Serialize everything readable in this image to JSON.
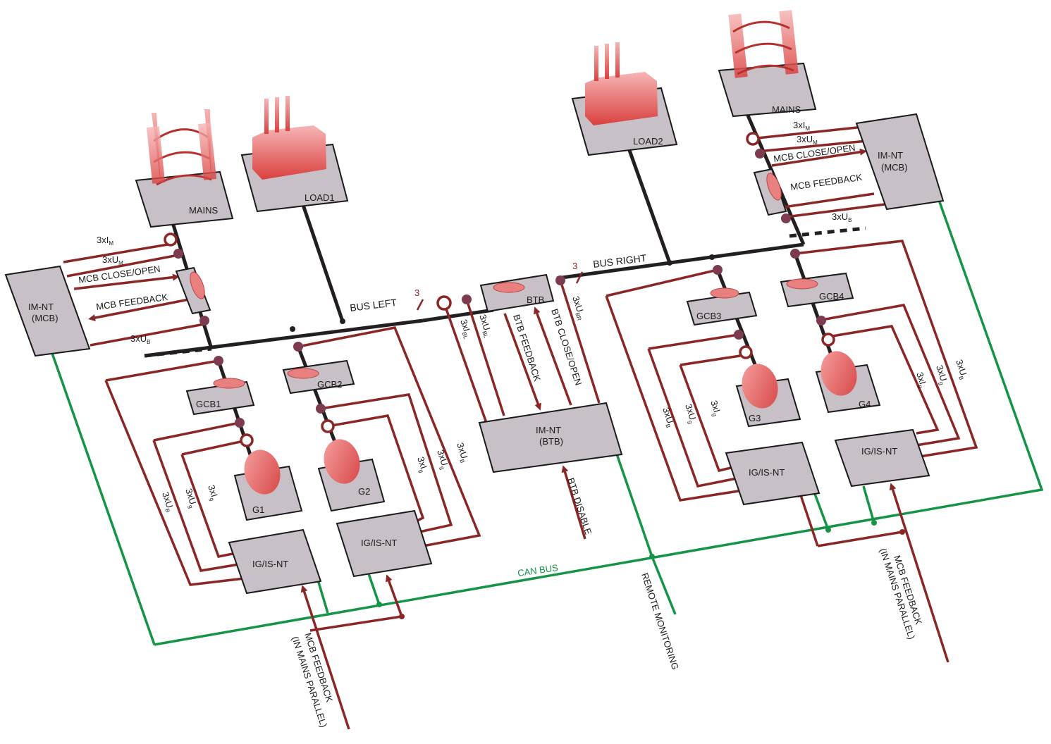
{
  "diagram": {
    "mains_left": "MAINS",
    "mains_right": "MAINS",
    "load1": "LOAD1",
    "load2": "LOAD2",
    "imnt_left": [
      "IM-NT",
      "(MCB)"
    ],
    "imnt_right": [
      "IM-NT",
      "(MCB)"
    ],
    "imnt_btb": [
      "IM-NT",
      "(BTB)"
    ],
    "btb": "BTB",
    "gcb": [
      "GCB1",
      "GCB2",
      "GCB3",
      "GCB4"
    ],
    "gens": [
      "G1",
      "G2",
      "G3",
      "G4"
    ],
    "controller": "IG/IS-NT",
    "bus_left": "BUS LEFT",
    "bus_right": "BUS RIGHT",
    "phase_count": "3",
    "can_bus": "CAN BUS",
    "remote": "REMOTE MONITORING",
    "mcb_close_open": "MCB CLOSE/OPEN",
    "mcb_feedback": "MCB FEEDBACK",
    "btb_feedback": "BTB FEEDBACK",
    "btb_close_open": "BTB CLOSE/OPEN",
    "btb_disable": "BTB DISABLE",
    "mcb_feedback_parallel": [
      "MCB FEEDBACK",
      "(IN MAINS PARALLEL)"
    ],
    "sig_3xi": "3xI",
    "sig_3xu": "3xU",
    "sub_m": "M",
    "sub_b": "B",
    "sub_g": "g",
    "sub_bl": "BL",
    "sub_br": "BR",
    "colors": {
      "signal": "#8a2626",
      "bus": "#231f20",
      "can": "#159447",
      "box": "#c7c0c7",
      "accent": "#e86a6a"
    }
  }
}
